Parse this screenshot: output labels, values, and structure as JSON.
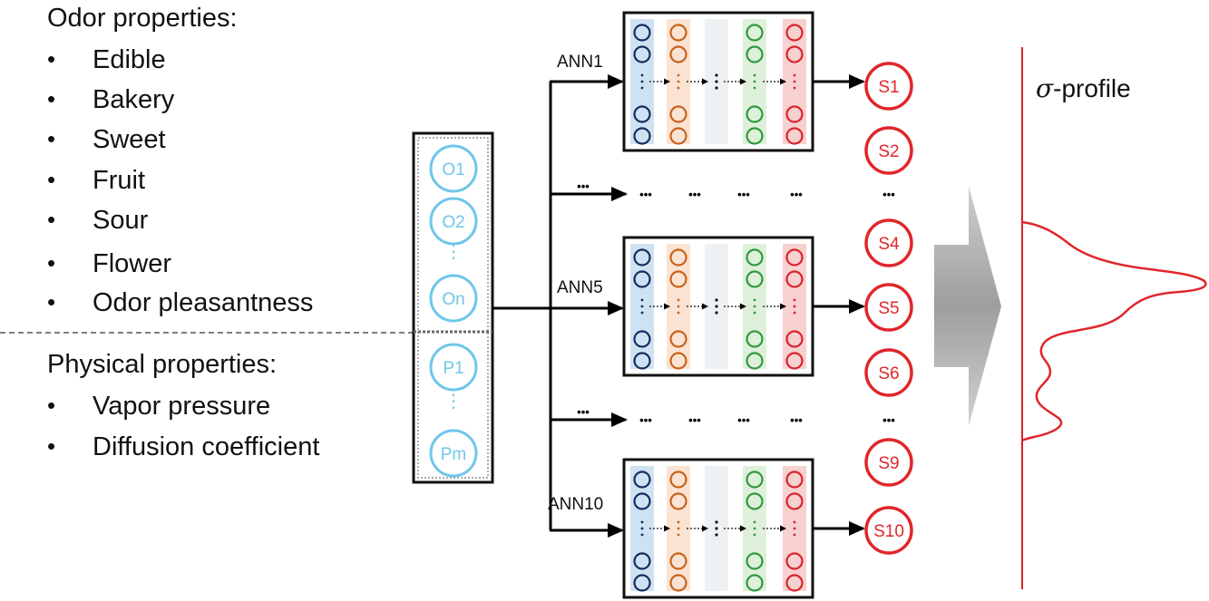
{
  "odor_heading": "Odor properties:",
  "odor_items": [
    "Edible",
    "Bakery",
    "Sweet",
    "Fruit",
    "Sour",
    "Flower",
    "Odor pleasantness"
  ],
  "physical_heading": "Physical properties:",
  "physical_items": [
    "Vapor pressure",
    "Diffusion coefficient"
  ],
  "input_nodes": {
    "odor": [
      "O1",
      "O2",
      "On"
    ],
    "physical": [
      "P1",
      "Pm"
    ],
    "ellipsis": "⋮"
  },
  "networks": [
    "ANN1",
    "ANN5",
    "ANN10"
  ],
  "outputs": [
    "S1",
    "S2",
    "S4",
    "S5",
    "S6",
    "S9",
    "S10"
  ],
  "ellipsis": "•••",
  "profile_symbol": "σ",
  "profile_label": "-profile",
  "colors": {
    "input": "#6ec6ea",
    "output": "#e0262b",
    "layer_blue": "#cfe2f3",
    "layer_orange": "#fbe3d3",
    "layer_gray": "#eef1f4",
    "layer_green": "#dff0da",
    "layer_red": "#f7d0d0",
    "node_navy": "#1a2a5e",
    "node_orange": "#c8621a",
    "node_green": "#2e9a3e",
    "node_red": "#d9232b",
    "arrow_gray": "#a9a9a9"
  }
}
